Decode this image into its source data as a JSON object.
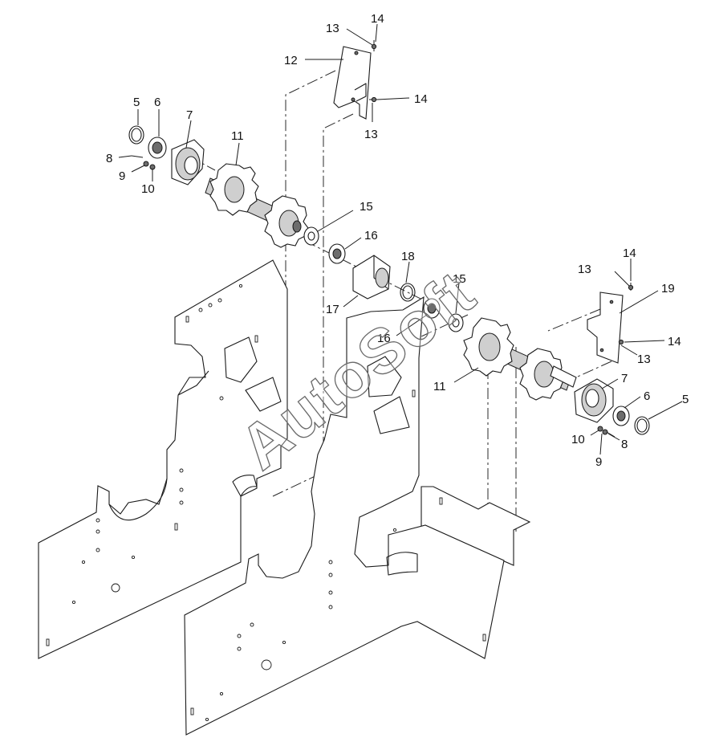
{
  "watermark": "AutoSoft",
  "callouts": [
    {
      "id": "c-13-top",
      "label": "13"
    },
    {
      "id": "c-14-top",
      "label": "14"
    },
    {
      "id": "c-12",
      "label": "12"
    },
    {
      "id": "c-14-mid",
      "label": "14"
    },
    {
      "id": "c-13-mid",
      "label": "13"
    },
    {
      "id": "c-5-left",
      "label": "5"
    },
    {
      "id": "c-6-left",
      "label": "6"
    },
    {
      "id": "c-7-left",
      "label": "7"
    },
    {
      "id": "c-11-left",
      "label": "11"
    },
    {
      "id": "c-8-left",
      "label": "8"
    },
    {
      "id": "c-9-left",
      "label": "9"
    },
    {
      "id": "c-10-left",
      "label": "10"
    },
    {
      "id": "c-15-upper",
      "label": "15"
    },
    {
      "id": "c-16-upper",
      "label": "16"
    },
    {
      "id": "c-18",
      "label": "18"
    },
    {
      "id": "c-17",
      "label": "17"
    },
    {
      "id": "c-15-lower",
      "label": "15"
    },
    {
      "id": "c-16-lower",
      "label": "16"
    },
    {
      "id": "c-13-right-top",
      "label": "13"
    },
    {
      "id": "c-14-right-top",
      "label": "14"
    },
    {
      "id": "c-19",
      "label": "19"
    },
    {
      "id": "c-14-right-mid",
      "label": "14"
    },
    {
      "id": "c-13-right-mid",
      "label": "13"
    },
    {
      "id": "c-7-right",
      "label": "7"
    },
    {
      "id": "c-11-right",
      "label": "11"
    },
    {
      "id": "c-6-right",
      "label": "6"
    },
    {
      "id": "c-5-right",
      "label": "5"
    },
    {
      "id": "c-10-right",
      "label": "10"
    },
    {
      "id": "c-8-right",
      "label": "8"
    },
    {
      "id": "c-9-right",
      "label": "9"
    }
  ]
}
